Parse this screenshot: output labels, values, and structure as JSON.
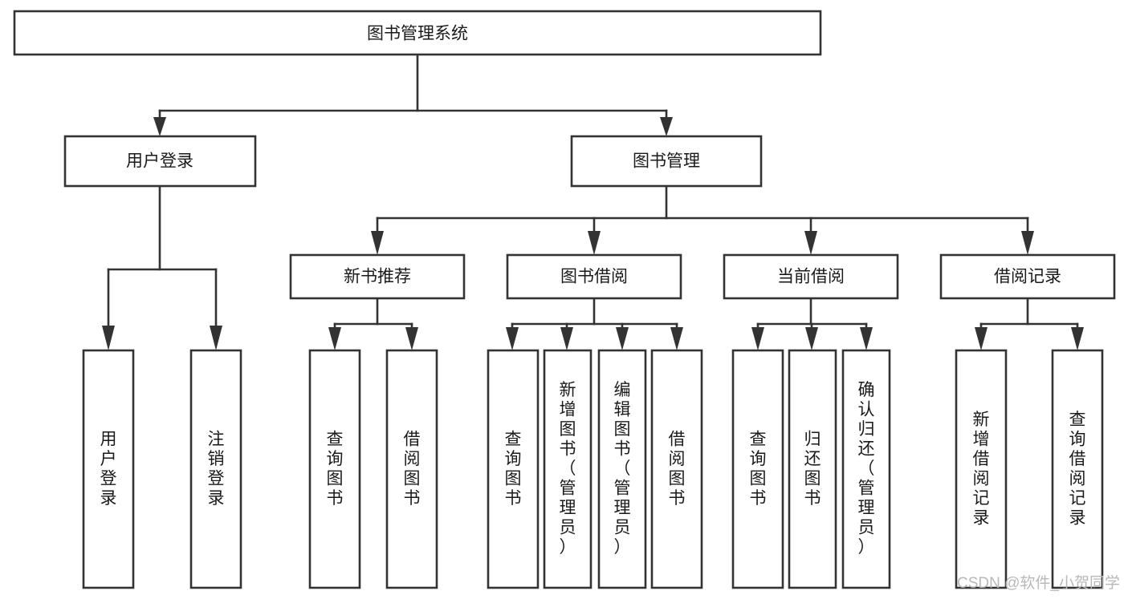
{
  "diagram": {
    "type": "tree-hierarchy",
    "title": "图书管理系统",
    "root": {
      "id": "root",
      "label": "图书管理系统",
      "orientation": "horizontal"
    },
    "level2": [
      {
        "id": "user-login",
        "label": "用户登录",
        "orientation": "horizontal"
      },
      {
        "id": "book-manage",
        "label": "图书管理",
        "orientation": "horizontal"
      }
    ],
    "level3": [
      {
        "id": "new-book-recommend",
        "label": "新书推荐",
        "orientation": "horizontal",
        "parent": "book-manage"
      },
      {
        "id": "book-borrow",
        "label": "图书借阅",
        "orientation": "horizontal",
        "parent": "book-manage"
      },
      {
        "id": "current-borrow",
        "label": "当前借阅",
        "orientation": "horizontal",
        "parent": "book-manage"
      },
      {
        "id": "borrow-record",
        "label": "借阅记录",
        "orientation": "horizontal",
        "parent": "book-manage"
      }
    ],
    "leaves": [
      {
        "id": "leaf-user-login",
        "label": "用户登录",
        "orientation": "vertical",
        "parent": "user-login"
      },
      {
        "id": "leaf-user-logout",
        "label": "注销登录",
        "orientation": "vertical",
        "parent": "user-login"
      },
      {
        "id": "leaf-query-book-1",
        "label": "查询图书",
        "orientation": "vertical",
        "parent": "new-book-recommend"
      },
      {
        "id": "leaf-borrow-book-1",
        "label": "借阅图书",
        "orientation": "vertical",
        "parent": "new-book-recommend"
      },
      {
        "id": "leaf-query-book-2",
        "label": "查询图书",
        "orientation": "vertical",
        "parent": "book-borrow"
      },
      {
        "id": "leaf-add-book",
        "label": "新增图书（管理员）",
        "orientation": "vertical",
        "parent": "book-borrow"
      },
      {
        "id": "leaf-edit-book",
        "label": "编辑图书（管理员）",
        "orientation": "vertical",
        "parent": "book-borrow"
      },
      {
        "id": "leaf-borrow-book-2",
        "label": "借阅图书",
        "orientation": "vertical",
        "parent": "book-borrow"
      },
      {
        "id": "leaf-query-book-3",
        "label": "查询图书",
        "orientation": "vertical",
        "parent": "current-borrow"
      },
      {
        "id": "leaf-return-book",
        "label": "归还图书",
        "orientation": "vertical",
        "parent": "current-borrow"
      },
      {
        "id": "leaf-confirm-return",
        "label": "确认归还（管理员）",
        "orientation": "vertical",
        "parent": "current-borrow"
      },
      {
        "id": "leaf-add-record",
        "label": "新增借阅记录",
        "orientation": "vertical",
        "parent": "borrow-record"
      },
      {
        "id": "leaf-query-record",
        "label": "查询借阅记录",
        "orientation": "vertical",
        "parent": "borrow-record"
      }
    ]
  },
  "watermark": {
    "text": "CSDN @软件_小贺同学"
  },
  "colors": {
    "stroke": "#333333",
    "box_fill": "#ffffff",
    "text": "#1a1a1a",
    "watermark": "#b8b8b8",
    "background": "#ffffff"
  }
}
